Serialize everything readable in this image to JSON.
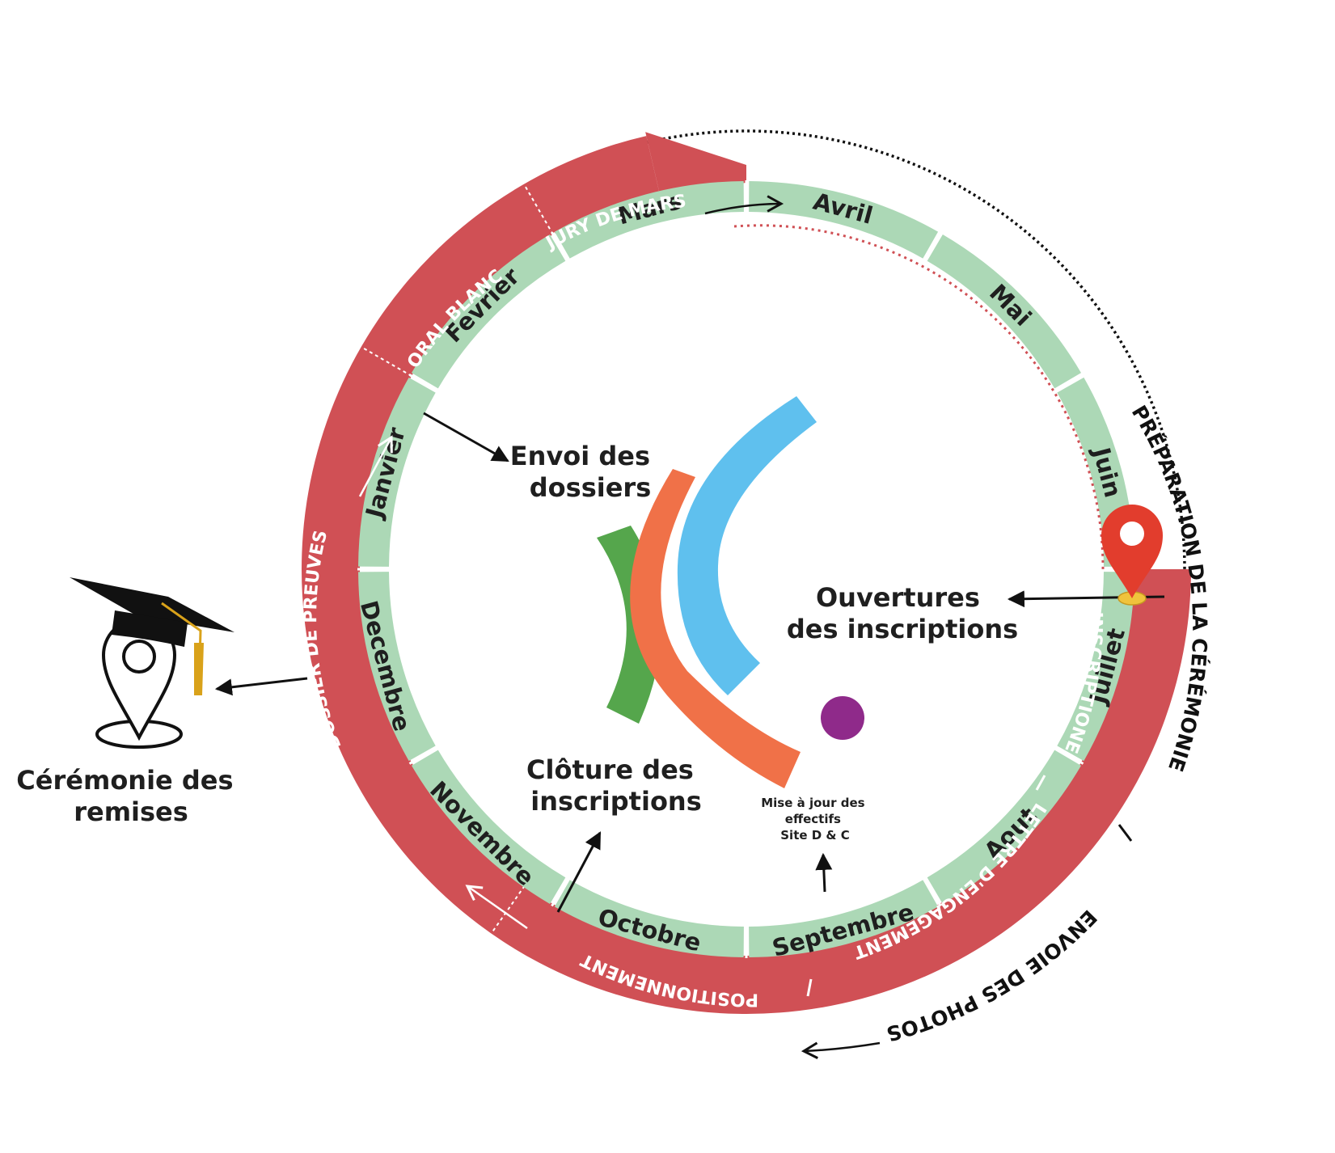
{
  "title": "CAMPAGNE DE MARS",
  "months": [
    "Janvier",
    "Fevrier",
    "Mars",
    "Avril",
    "Mai",
    "Juin",
    "Juillet",
    "Aout",
    "Septembre",
    "Octobre",
    "Novembre",
    "Decembre"
  ],
  "phases": {
    "jury": "JURY DE MARS",
    "oral": "ORAL BLANC",
    "dossier": "DOSSIER DE PREUVES",
    "inscription": "INSCRIPTIONE",
    "lettre": "LETTRE D'ENGAGEMENT",
    "positionnement": "POSITIONNEMENT"
  },
  "outer_labels": {
    "preparation": "PRÉPARATION DE LA CÉRÉMONIE",
    "photos": "ENVOIE DES PHOTOS"
  },
  "annotations": {
    "envoi_line1": "Envoi des",
    "envoi_line2": "dossiers",
    "ouverture_line1": "Ouvertures",
    "ouverture_line2": "des inscriptions",
    "cloture_line1": "Clôture des",
    "cloture_line2": "inscriptions",
    "maj_line1": "Mise à jour des",
    "maj_line2": "effectifs",
    "maj_line3": "Site D & C",
    "ceremonie_line1": "Cérémonie des",
    "ceremonie_line2": "remises"
  },
  "colors": {
    "red": "#d05055",
    "green": "#acd8b6",
    "logo_green": "#55a64c",
    "logo_orange": "#f07148",
    "logo_blue": "#5fc0ee",
    "logo_purple": "#8f2a8a",
    "pin_red": "#e23d2d",
    "pin_gold": "#f0c33c"
  }
}
